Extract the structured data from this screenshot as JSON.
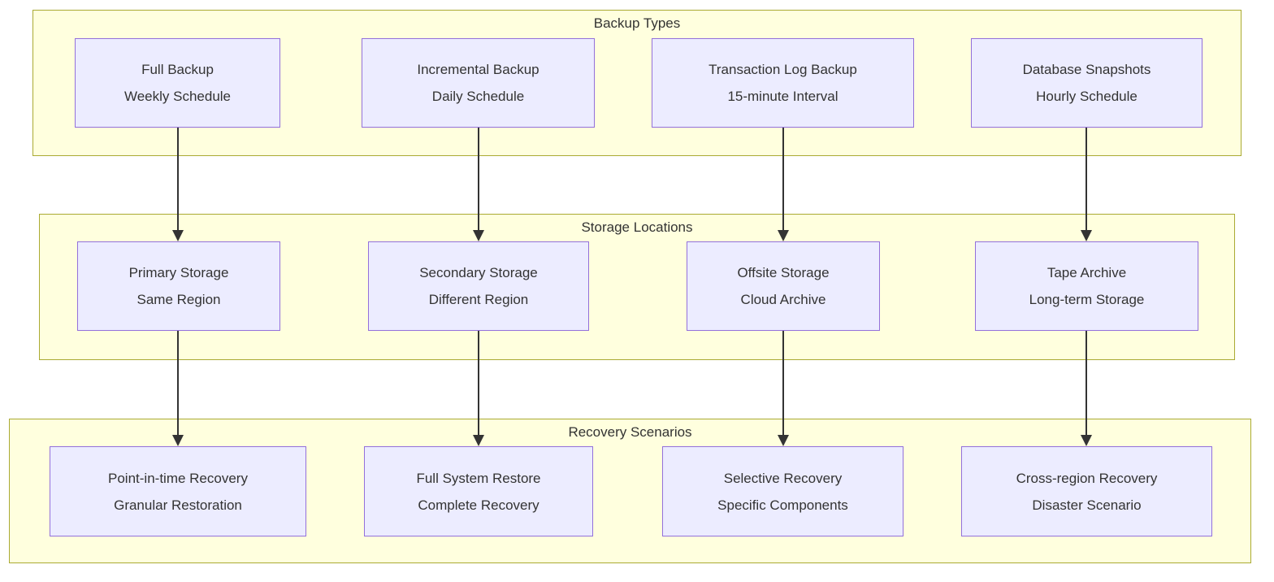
{
  "diagram": {
    "colors": {
      "background": "#ffffff",
      "group_fill": "#ffffde",
      "group_border": "#aaaa33",
      "node_fill": "#ececff",
      "node_border": "#9370db",
      "text": "#333333",
      "arrow": "#333333"
    },
    "groups": [
      {
        "title": "Backup Types",
        "nodes": [
          {
            "line1": "Full Backup",
            "line2": "Weekly Schedule"
          },
          {
            "line1": "Incremental Backup",
            "line2": "Daily Schedule"
          },
          {
            "line1": "Transaction Log Backup",
            "line2": "15-minute Interval"
          },
          {
            "line1": "Database Snapshots",
            "line2": "Hourly Schedule"
          }
        ]
      },
      {
        "title": "Storage Locations",
        "nodes": [
          {
            "line1": "Primary Storage",
            "line2": "Same Region"
          },
          {
            "line1": "Secondary Storage",
            "line2": "Different Region"
          },
          {
            "line1": "Offsite Storage",
            "line2": "Cloud Archive"
          },
          {
            "line1": "Tape Archive",
            "line2": "Long-term Storage"
          }
        ]
      },
      {
        "title": "Recovery Scenarios",
        "nodes": [
          {
            "line1": "Point-in-time Recovery",
            "line2": "Granular Restoration"
          },
          {
            "line1": "Full System Restore",
            "line2": "Complete Recovery"
          },
          {
            "line1": "Selective Recovery",
            "line2": "Specific Components"
          },
          {
            "line1": "Cross-region Recovery",
            "line2": "Disaster Scenario"
          }
        ]
      }
    ],
    "edges": [
      {
        "from": "Full Backup",
        "to": "Primary Storage"
      },
      {
        "from": "Incremental Backup",
        "to": "Secondary Storage"
      },
      {
        "from": "Transaction Log Backup",
        "to": "Offsite Storage"
      },
      {
        "from": "Database Snapshots",
        "to": "Tape Archive"
      },
      {
        "from": "Primary Storage",
        "to": "Point-in-time Recovery"
      },
      {
        "from": "Secondary Storage",
        "to": "Full System Restore"
      },
      {
        "from": "Offsite Storage",
        "to": "Selective Recovery"
      },
      {
        "from": "Tape Archive",
        "to": "Cross-region Recovery"
      }
    ]
  }
}
